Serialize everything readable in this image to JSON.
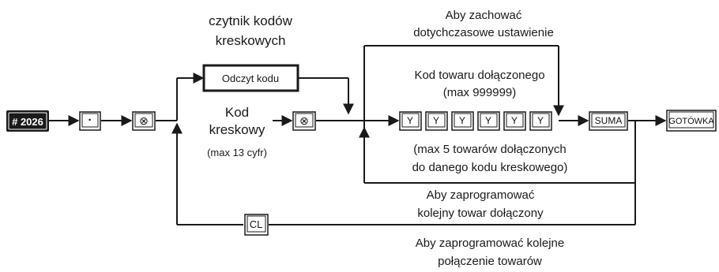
{
  "keys": {
    "start": "# 2026",
    "dot": "·",
    "x": "⊗",
    "y": "Y",
    "cl": "CL",
    "suma": "SUMA",
    "gotowka": "GOTÓWKA"
  },
  "boxes": {
    "odczyt": "Odczyt kodu"
  },
  "labels": {
    "reader_line1": "czytnik kodów",
    "reader_line2": "kreskowych",
    "kod_line1": "Kod",
    "kod_line2": "kreskowy",
    "kod_max": "(max 13 cyfr)",
    "keep_line1": "Aby zachować",
    "keep_line2": "dotychczasowe ustawienie",
    "linked_line1": "Kod towaru dołączonego",
    "linked_line2": "(max 999999)",
    "max5_line1": "(max 5 towarów dołączonych",
    "max5_line2": "do danego kodu kreskowego)",
    "next_item_line1": "Aby zaprogramować",
    "next_item_line2": "kolejny towar dołączony",
    "next_link_line1": "Aby  zaprogramować kolejne",
    "next_link_line2": "połączenie towarów"
  }
}
